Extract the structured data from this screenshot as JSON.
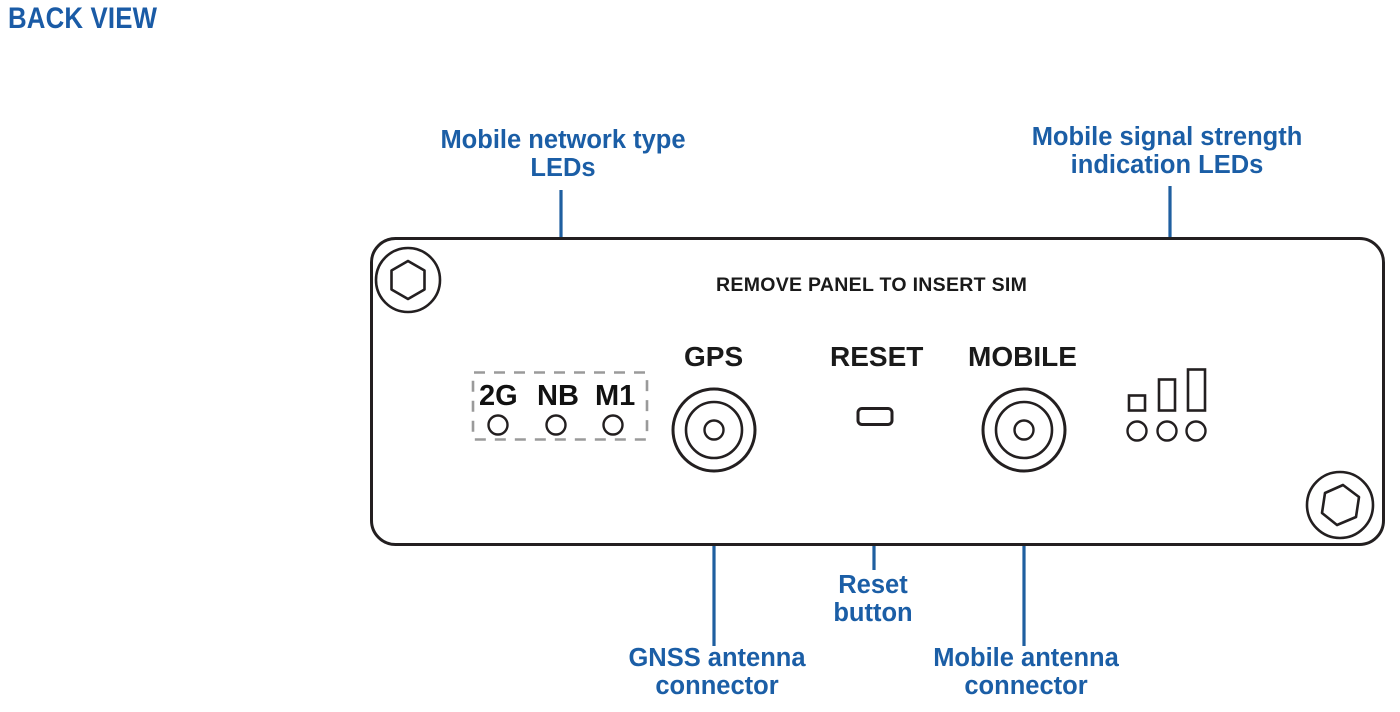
{
  "page": {
    "title": "BACK VIEW",
    "title_color": "#1a5ba6",
    "background": "#ffffff",
    "callout_color": "#1b5ea6",
    "leader_color": "#1f5fa0",
    "outline_color": "#231f20",
    "dashed_color": "#9a9a9a"
  },
  "callouts": [
    {
      "id": "network-type-leds",
      "text": "Mobile network type\nLEDs"
    },
    {
      "id": "signal-strength-leds",
      "text": "Mobile signal strength\nindication LEDs"
    },
    {
      "id": "reset-button",
      "text": "Reset\nbutton"
    },
    {
      "id": "gnss-antenna",
      "text": "GNSS  antenna\nconnector"
    },
    {
      "id": "mobile-antenna",
      "text": "Mobile antenna\nconnector"
    }
  ],
  "panel": {
    "sim_note": "REMOVE PANEL TO INSERT SIM",
    "labels": {
      "gps": "GPS",
      "reset": "RESET",
      "mobile": "MOBILE"
    },
    "network_leds": [
      {
        "label": "2G"
      },
      {
        "label": "NB"
      },
      {
        "label": "M1"
      }
    ],
    "signal_leds": {
      "bar_count": 3,
      "indicator_count": 3
    },
    "connectors": [
      {
        "name": "gps-antenna-connector",
        "ring_count": 3
      },
      {
        "name": "mobile-antenna-connector",
        "ring_count": 3
      }
    ],
    "screws": [
      {
        "name": "hex-screw-top-left"
      },
      {
        "name": "hex-screw-bottom-right"
      }
    ]
  }
}
